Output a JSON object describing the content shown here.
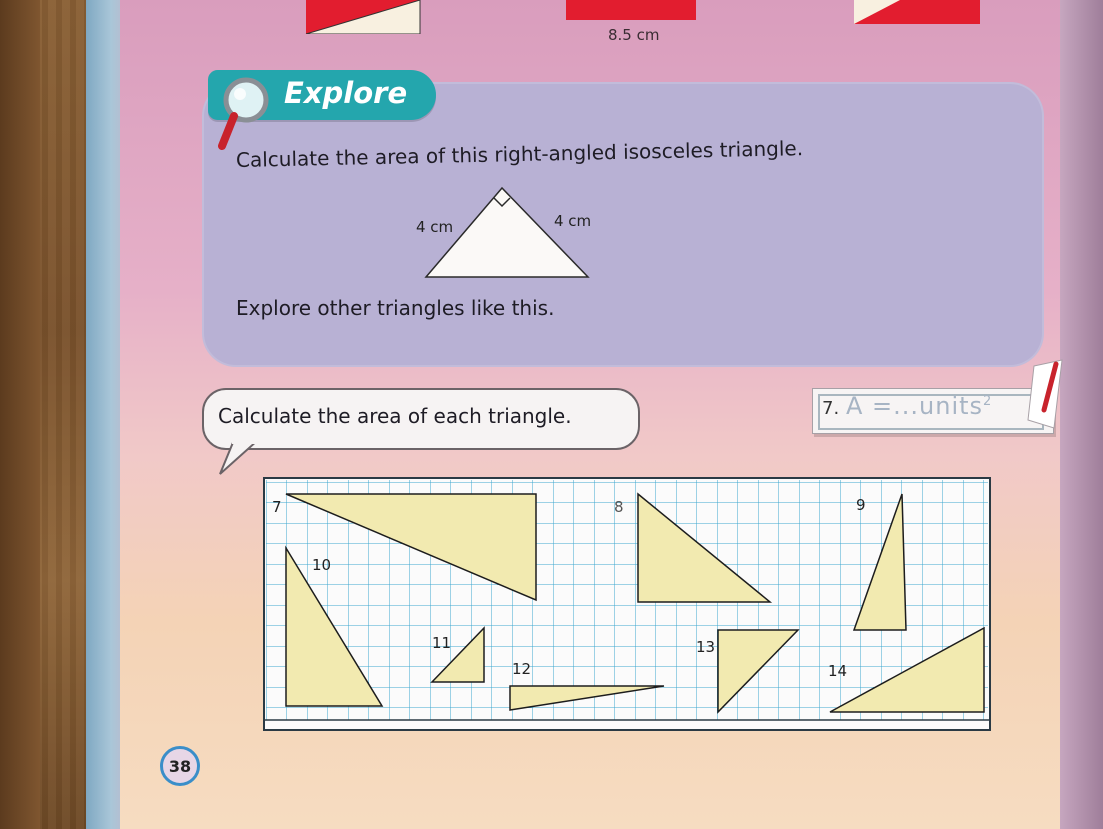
{
  "top_section": {
    "measurement": "8.5 cm"
  },
  "explore": {
    "title": "Explore",
    "question": "Calculate the area of this right-angled isosceles triangle.",
    "side_left": "4 cm",
    "side_right": "4 cm",
    "follow_up": "Explore other triangles like this."
  },
  "exercise": {
    "instruction": "Calculate the area of each triangle.",
    "example_number": "7.",
    "example_formula": "A =...units",
    "example_exponent": "2",
    "triangle_labels": [
      "7",
      "8",
      "9",
      "10",
      "11",
      "12",
      "13",
      "14"
    ]
  },
  "page_number": "38",
  "colors": {
    "explore_panel": "#b8b1d4",
    "explore_tag": "#24a6ad",
    "triangle_fill": "#f2eab0",
    "grid_line": "#3ca7cf",
    "page_number_ring": "#3a8ec9"
  }
}
